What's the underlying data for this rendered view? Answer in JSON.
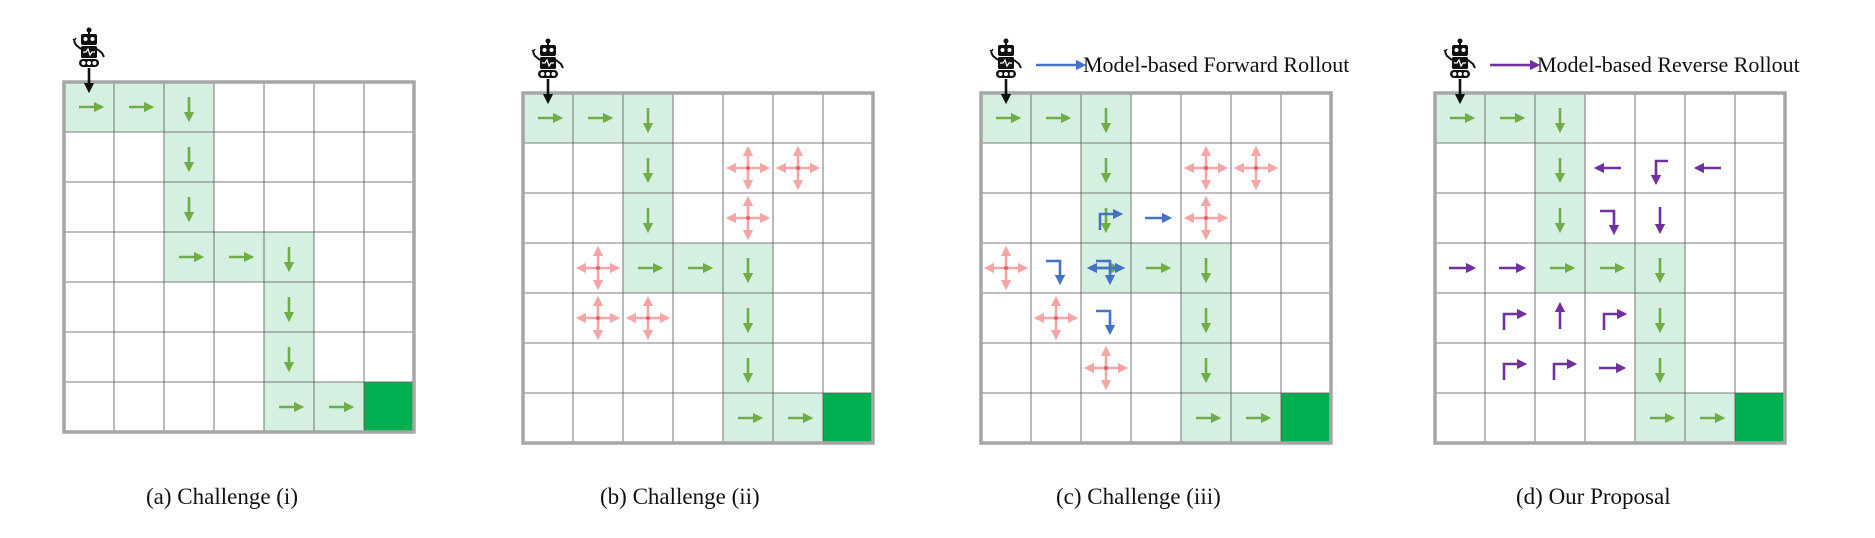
{
  "panels": [
    {
      "id": "a",
      "caption": "(a)  Challenge (i)",
      "legend": null,
      "path": [
        [
          0,
          0,
          "R"
        ],
        [
          0,
          1,
          "R"
        ],
        [
          0,
          2,
          "D"
        ],
        [
          1,
          2,
          "D"
        ],
        [
          2,
          2,
          "D"
        ],
        [
          3,
          2,
          "R"
        ],
        [
          3,
          3,
          "R"
        ],
        [
          3,
          4,
          "D"
        ],
        [
          4,
          4,
          "D"
        ],
        [
          5,
          4,
          "D"
        ],
        [
          6,
          4,
          "R"
        ],
        [
          6,
          5,
          "R"
        ]
      ],
      "goal": [
        6,
        6
      ],
      "cross": [],
      "extra": []
    },
    {
      "id": "b",
      "caption": "(b)  Challenge (ii)",
      "legend": null,
      "path": [
        [
          0,
          0,
          "R"
        ],
        [
          0,
          1,
          "R"
        ],
        [
          0,
          2,
          "D"
        ],
        [
          1,
          2,
          "D"
        ],
        [
          2,
          2,
          "D"
        ],
        [
          3,
          2,
          "R"
        ],
        [
          3,
          3,
          "R"
        ],
        [
          3,
          4,
          "D"
        ],
        [
          4,
          4,
          "D"
        ],
        [
          5,
          4,
          "D"
        ],
        [
          6,
          4,
          "R"
        ],
        [
          6,
          5,
          "R"
        ]
      ],
      "goal": [
        6,
        6
      ],
      "cross": [
        [
          1,
          4
        ],
        [
          1,
          5
        ],
        [
          2,
          4
        ],
        [
          3,
          1
        ],
        [
          4,
          1
        ],
        [
          4,
          2
        ]
      ],
      "extra": []
    },
    {
      "id": "c",
      "caption": "(c)  Challenge (iii)",
      "legend": {
        "label": "Model-based Forward Rollout",
        "color": "#4472c4"
      },
      "path": [
        [
          0,
          0,
          "R"
        ],
        [
          0,
          1,
          "R"
        ],
        [
          0,
          2,
          "D"
        ],
        [
          1,
          2,
          "D"
        ],
        [
          2,
          2,
          "D"
        ],
        [
          3,
          2,
          "R"
        ],
        [
          3,
          3,
          "R"
        ],
        [
          3,
          4,
          "D"
        ],
        [
          4,
          4,
          "D"
        ],
        [
          5,
          4,
          "D"
        ],
        [
          6,
          4,
          "R"
        ],
        [
          6,
          5,
          "R"
        ]
      ],
      "goal": [
        6,
        6
      ],
      "cross": [
        [
          1,
          4
        ],
        [
          1,
          5
        ],
        [
          2,
          4
        ],
        [
          3,
          0
        ],
        [
          4,
          1
        ],
        [
          5,
          2
        ]
      ],
      "extra": [
        [
          2,
          2,
          "bend-ur"
        ],
        [
          2,
          3,
          "r"
        ],
        [
          3,
          1,
          "bend-rd"
        ],
        [
          3,
          2,
          "lr"
        ],
        [
          3,
          2,
          "bend-rd"
        ],
        [
          4,
          2,
          "bend-rd"
        ]
      ]
    },
    {
      "id": "d",
      "caption": "(d)  Our Proposal",
      "legend": {
        "label": "Model-based Reverse Rollout",
        "color": "#7030a0"
      },
      "path": [
        [
          0,
          0,
          "R"
        ],
        [
          0,
          1,
          "R"
        ],
        [
          0,
          2,
          "D"
        ],
        [
          1,
          2,
          "D"
        ],
        [
          2,
          2,
          "D"
        ],
        [
          3,
          2,
          "R"
        ],
        [
          3,
          3,
          "R"
        ],
        [
          3,
          4,
          "D"
        ],
        [
          4,
          4,
          "D"
        ],
        [
          5,
          4,
          "D"
        ],
        [
          6,
          4,
          "R"
        ],
        [
          6,
          5,
          "R"
        ]
      ],
      "goal": [
        6,
        6
      ],
      "cross": [],
      "extra": [
        [
          1,
          3,
          "l"
        ],
        [
          1,
          4,
          "bend-ld"
        ],
        [
          1,
          5,
          "l"
        ],
        [
          2,
          3,
          "bend-rd"
        ],
        [
          2,
          4,
          "d"
        ],
        [
          3,
          0,
          "r"
        ],
        [
          3,
          1,
          "r"
        ],
        [
          4,
          1,
          "bend-ur"
        ],
        [
          4,
          2,
          "u"
        ],
        [
          4,
          3,
          "bend-ur"
        ],
        [
          5,
          1,
          "bend-ur"
        ],
        [
          5,
          2,
          "bend-ur"
        ],
        [
          5,
          3,
          "r"
        ]
      ]
    }
  ],
  "colors": {
    "grid_border": "#a6a6a6",
    "grid_line": "#555555",
    "path_fill": "#d5f0e0",
    "path_arrow": "#70ad47",
    "goal": "#00b050",
    "cross": "#f4a6a6",
    "cross_center": "#e06060",
    "robot": "#111111"
  },
  "icons": {
    "agent": "robot-icon",
    "goal": "goal-cell"
  }
}
